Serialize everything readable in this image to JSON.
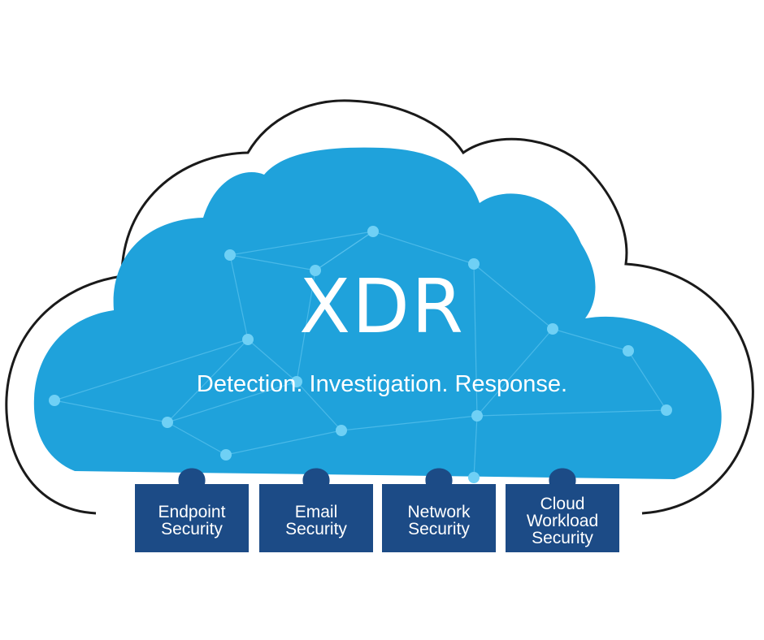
{
  "diagram": {
    "title": "XDR",
    "subtitle": "Detection. Investigation. Response.",
    "colors": {
      "cloud_fill": "#1fa2db",
      "cloud_outline": "#1a1a1a",
      "module_fill": "#1c4b86",
      "node": "#6fd0f5",
      "text": "#ffffff"
    },
    "modules": [
      {
        "line1": "Endpoint",
        "line2": "Security",
        "line3": ""
      },
      {
        "line1": "Email",
        "line2": "Security",
        "line3": ""
      },
      {
        "line1": "Network",
        "line2": "Security",
        "line3": ""
      },
      {
        "line1": "Cloud",
        "line2": "Workload",
        "line3": "Security"
      }
    ],
    "icon": "puzzle-piece-icon"
  }
}
